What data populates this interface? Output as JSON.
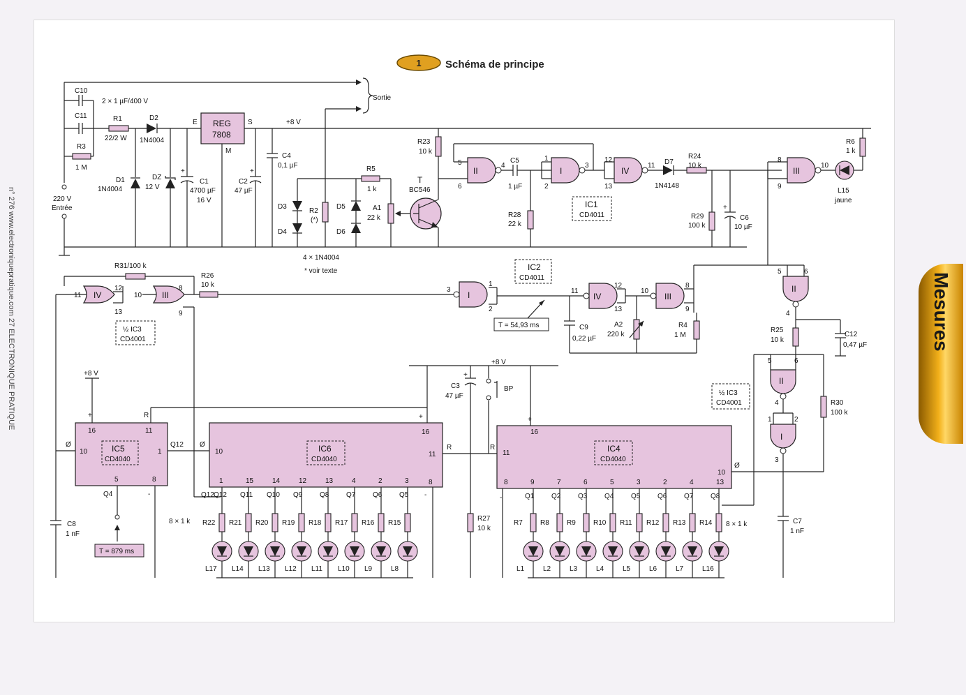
{
  "header": {
    "figure_number": "1",
    "title": "Schéma de principe"
  },
  "side_caption": "n° 276 www.electroniquepratique.com 27 ELECTRONIQUE PRATIQUE",
  "tab": {
    "label": "Mesures"
  },
  "colors": {
    "component_fill": "#e6c4de",
    "tab_gold": "#f2b01a",
    "wire": "#222222"
  },
  "labels": {
    "c10": "C10",
    "c11": "C11",
    "cap_pair": "2 × 1 µF/400 V",
    "sortie": "Sortie",
    "r1": "R1",
    "r1v": "22/2 W",
    "d2": "D2",
    "d2v": "1N4004",
    "r3": "R3",
    "r3v": "1 M",
    "mains": "220 V",
    "entree": "Entrée",
    "d1": "D1",
    "d1v": "1N4004",
    "dz": "DZ",
    "dzv": "12 V",
    "c1": "C1",
    "c1v": "4700 µF",
    "c1v2": "16 V",
    "reg": "REG",
    "regv": "7808",
    "reg_e": "E",
    "reg_s": "S",
    "reg_m": "M",
    "plus8": "+8 V",
    "c2": "C2",
    "c2v": "47 µF",
    "c4": "C4",
    "c4v": "0,1 µF",
    "d3": "D3",
    "d4": "D4",
    "r2": "R2",
    "r2v": "(*)",
    "d5": "D5",
    "d6": "D6",
    "diodes": "4 × 1N4004",
    "voir": "* voir texte",
    "r5": "R5",
    "r5v": "1 k",
    "a1": "A1",
    "a1v": "22 k",
    "t": "T",
    "tv": "BC546",
    "r23": "R23",
    "r23v": "10 k",
    "c5": "C5",
    "c5v": "1 µF",
    "r28": "R28",
    "r28v": "22 k",
    "ic1": "IC1",
    "ic1v": "CD4011",
    "d7": "D7",
    "d7v": "1N4148",
    "r24": "R24",
    "r24v": "10 k",
    "r29": "R29",
    "r29v": "100 k",
    "c6": "C6",
    "c6v": "10 µF",
    "r6": "R6",
    "r6v": "1 k",
    "l15": "L15",
    "l15v": "jaune",
    "r31": "R31/100 k",
    "r26": "R26",
    "r26v": "10 k",
    "half_ic3": "½ IC3",
    "cd4001": "CD4001",
    "ic2": "IC2",
    "ic2v": "CD4011",
    "t1": "T = 54,93 ms",
    "c9": "C9",
    "c9v": "0,22 µF",
    "a2": "A2",
    "a2v": "220 k",
    "r4": "R4",
    "r4v": "1 M",
    "r25": "R25",
    "r25v": "10 k",
    "c12": "C12",
    "c12v": "0,47 µF",
    "r30": "R30",
    "r30v": "100 k",
    "c7": "C7",
    "c7v": "1 nF",
    "c3": "C3",
    "c3v": "47 µF",
    "bp": "BP",
    "ic5": "IC5",
    "ic5v": "CD4040",
    "ic6": "IC6",
    "ic6v": "CD4040",
    "ic4": "IC4",
    "ic4v": "CD4040",
    "c8": "C8",
    "c8v": "1 nF",
    "t2": "T = 879 ms",
    "q4": "Q4",
    "r27": "R27",
    "r27v": "10 k",
    "res8a": "8 × 1 k",
    "res8b": "8 × 1 k",
    "pin_r": "R",
    "pin_o": "Ø",
    "pin_plus": "+",
    "pin_minus": "-",
    "q12": "Q12",
    "g2": "II",
    "g1": "I",
    "g4": "IV",
    "g3": "III"
  },
  "pins": {
    "p1": "1",
    "p2": "2",
    "p3": "3",
    "p4": "4",
    "p5": "5",
    "p6": "6",
    "p7": "7",
    "p8": "8",
    "p9": "9",
    "p10": "10",
    "p11": "11",
    "p12": "12",
    "p13": "13",
    "p14": "14",
    "p15": "15",
    "p16": "16"
  },
  "ic6_outputs": [
    {
      "q": "Q12",
      "pin": "1",
      "r": "R22",
      "led": "L17"
    },
    {
      "q": "Q11",
      "pin": "15",
      "r": "R21",
      "led": "L14"
    },
    {
      "q": "Q10",
      "pin": "14",
      "r": "R20",
      "led": "L13"
    },
    {
      "q": "Q9",
      "pin": "12",
      "r": "R19",
      "led": "L12"
    },
    {
      "q": "Q8",
      "pin": "13",
      "r": "R18",
      "led": "L11"
    },
    {
      "q": "Q7",
      "pin": "4",
      "r": "R17",
      "led": "L10"
    },
    {
      "q": "Q6",
      "pin": "2",
      "r": "R16",
      "led": "L9"
    },
    {
      "q": "Q5",
      "pin": "3",
      "r": "R15",
      "led": "L8"
    }
  ],
  "ic4_outputs": [
    {
      "q": "Q1",
      "pin": "9",
      "r": "R7",
      "led": "L1"
    },
    {
      "q": "Q2",
      "pin": "7",
      "r": "R8",
      "led": "L2"
    },
    {
      "q": "Q3",
      "pin": "6",
      "r": "R9",
      "led": "L3"
    },
    {
      "q": "Q4",
      "pin": "5",
      "r": "R10",
      "led": "L4"
    },
    {
      "q": "Q5",
      "pin": "3",
      "r": "R11",
      "led": "L5"
    },
    {
      "q": "Q6",
      "pin": "2",
      "r": "R12",
      "led": "L6"
    },
    {
      "q": "Q7",
      "pin": "4",
      "r": "R13",
      "led": "L7"
    },
    {
      "q": "Q8",
      "pin": "13",
      "r": "R14",
      "led": "L16"
    }
  ]
}
